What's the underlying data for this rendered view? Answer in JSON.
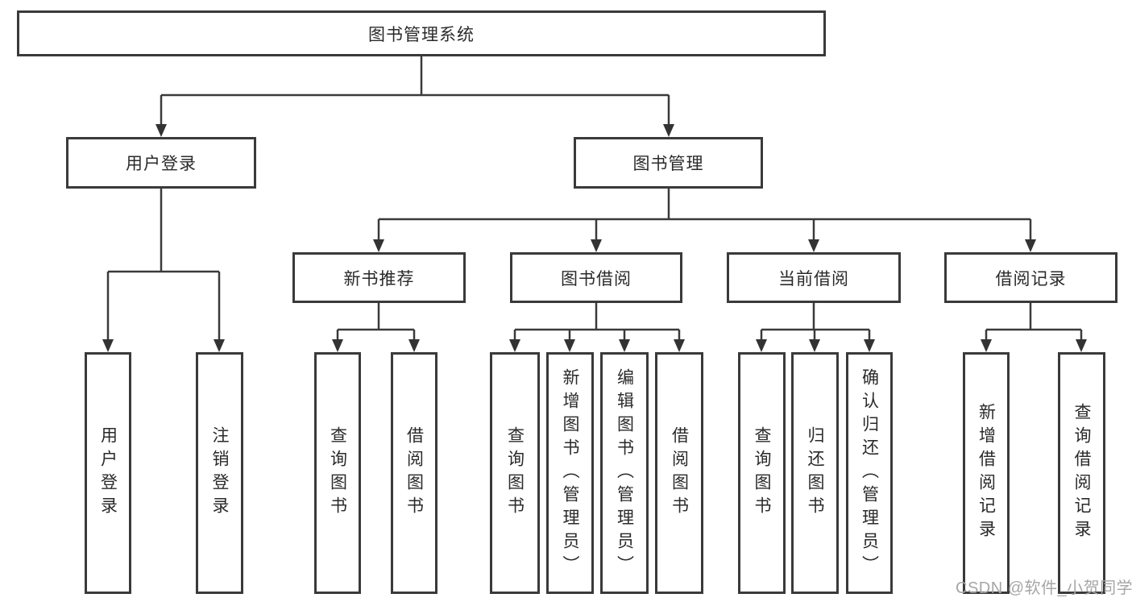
{
  "tree": {
    "root": {
      "label": "图书管理系统"
    },
    "level2": [
      {
        "label": "用户登录",
        "children": [
          {
            "label": "用户登录"
          },
          {
            "label": "注销登录"
          }
        ]
      },
      {
        "label": "图书管理",
        "children": [
          {
            "label": "新书推荐",
            "children": [
              {
                "label": "查询图书"
              },
              {
                "label": "借阅图书"
              }
            ]
          },
          {
            "label": "图书借阅",
            "children": [
              {
                "label": "查询图书"
              },
              {
                "label": "新增图书（管理员）"
              },
              {
                "label": "编辑图书（管理员）"
              },
              {
                "label": "借阅图书"
              }
            ]
          },
          {
            "label": "当前借阅",
            "children": [
              {
                "label": "查询图书"
              },
              {
                "label": "归还图书"
              },
              {
                "label": "确认归还（管理员）"
              }
            ]
          },
          {
            "label": "借阅记录",
            "children": [
              {
                "label": "新增借阅记录"
              },
              {
                "label": "查询借阅记录"
              }
            ]
          }
        ]
      }
    ]
  },
  "watermark": {
    "text": "CSDN @软件_小贺同学"
  },
  "colors": {
    "line": "#3a3a3a",
    "box_border": "#3a3a3a",
    "box_fill": "#ffffff",
    "text": "#2a2a2a",
    "watermark": "#a6a6a6",
    "background": "#ffffff"
  }
}
